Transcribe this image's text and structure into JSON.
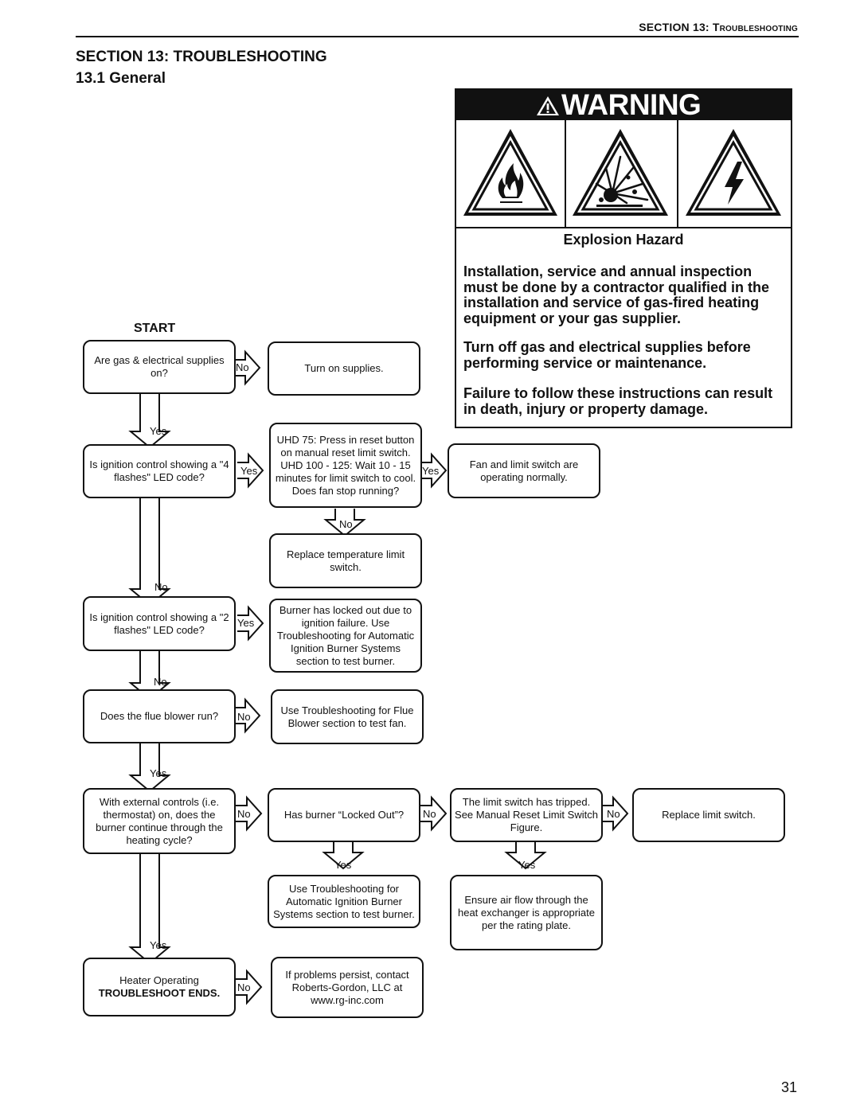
{
  "header": {
    "section_prefix": "SECTION 13: T",
    "section_suffix": "ROUBLESHOOTING"
  },
  "title": "SECTION 13: TROUBLESHOOTING",
  "subtitle": "13.1 General",
  "warning": {
    "label": "WARNING",
    "icons": [
      "fire-hazard-icon",
      "explosion-hazard-icon",
      "electrical-hazard-icon"
    ],
    "hazard": "Explosion Hazard",
    "paragraphs": [
      "Installation, service and annual inspection must be done by a contractor qualified in the installation and service of gas-fired heating equipment or your gas supplier.",
      "Turn off gas and electrical supplies before performing service or maintenance.",
      "Failure to follow these instructions can result in death, injury or property damage."
    ]
  },
  "flowchart": {
    "start": "START",
    "boxes": {
      "q1": "Are gas & electrical supplies on?",
      "a1": "Turn on supplies.",
      "q2": "Is ignition control showing a \"4 flashes\" LED code?",
      "a2": "UHD 75: Press in reset button on manual reset limit switch. UHD 100 - 125: Wait 10 - 15 minutes for limit switch to cool. Does fan stop running?",
      "a2y": "Fan and limit switch are operating normally.",
      "a2n": "Replace temperature limit switch.",
      "q3": "Is ignition control showing a \"2 flashes\" LED code?",
      "a3": "Burner has locked out due to ignition failure. Use Troubleshooting for Automatic Ignition Burner Systems section to test burner.",
      "q4": "Does the flue blower run?",
      "a4": "Use Troubleshooting for Flue Blower section to test fan.",
      "q5": "With external controls (i.e. thermostat) on, does the burner continue through the heating cycle?",
      "b5": "Has burner “Locked Out”?",
      "c5": "The limit switch has tripped. See Manual Reset Limit Switch Figure.",
      "d5": "Replace limit switch.",
      "b5y": "Use Troubleshooting for Automatic Ignition Burner Systems section to test burner.",
      "c5y": "Ensure air flow through the heat exchanger is appropriate per the rating plate.",
      "q6_line1": "Heater Operating",
      "q6_line2": "TROUBLESHOOT ENDS.",
      "a6": "If problems persist, contact Roberts-Gordon, LLC at www.rg-inc.com"
    },
    "labels": {
      "yes": "Yes",
      "no": "No"
    }
  },
  "page_number": "31"
}
